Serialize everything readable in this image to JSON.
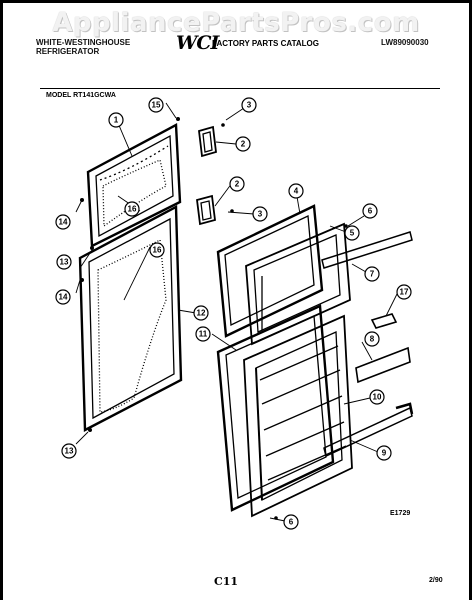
{
  "watermark": "AppliancePartsPros.com",
  "header": {
    "brand_line1": "WHITE-WESTINGHOUSE",
    "brand_line2": "REFRIGERATOR",
    "logo_text": "WCI",
    "catalog_title": "FACTORY PARTS CATALOG",
    "catalog_number": "LW89090030"
  },
  "model_label": "MODEL RT141GCWA",
  "diagram_code": "E1729",
  "page_code": "C11",
  "date_code": "2/90",
  "callouts": [
    "1",
    "2",
    "3",
    "2",
    "3",
    "4",
    "5",
    "6",
    "7",
    "8",
    "9",
    "10",
    "11",
    "12",
    "13",
    "13",
    "14",
    "14",
    "15",
    "16",
    "16",
    "17",
    "6"
  ]
}
